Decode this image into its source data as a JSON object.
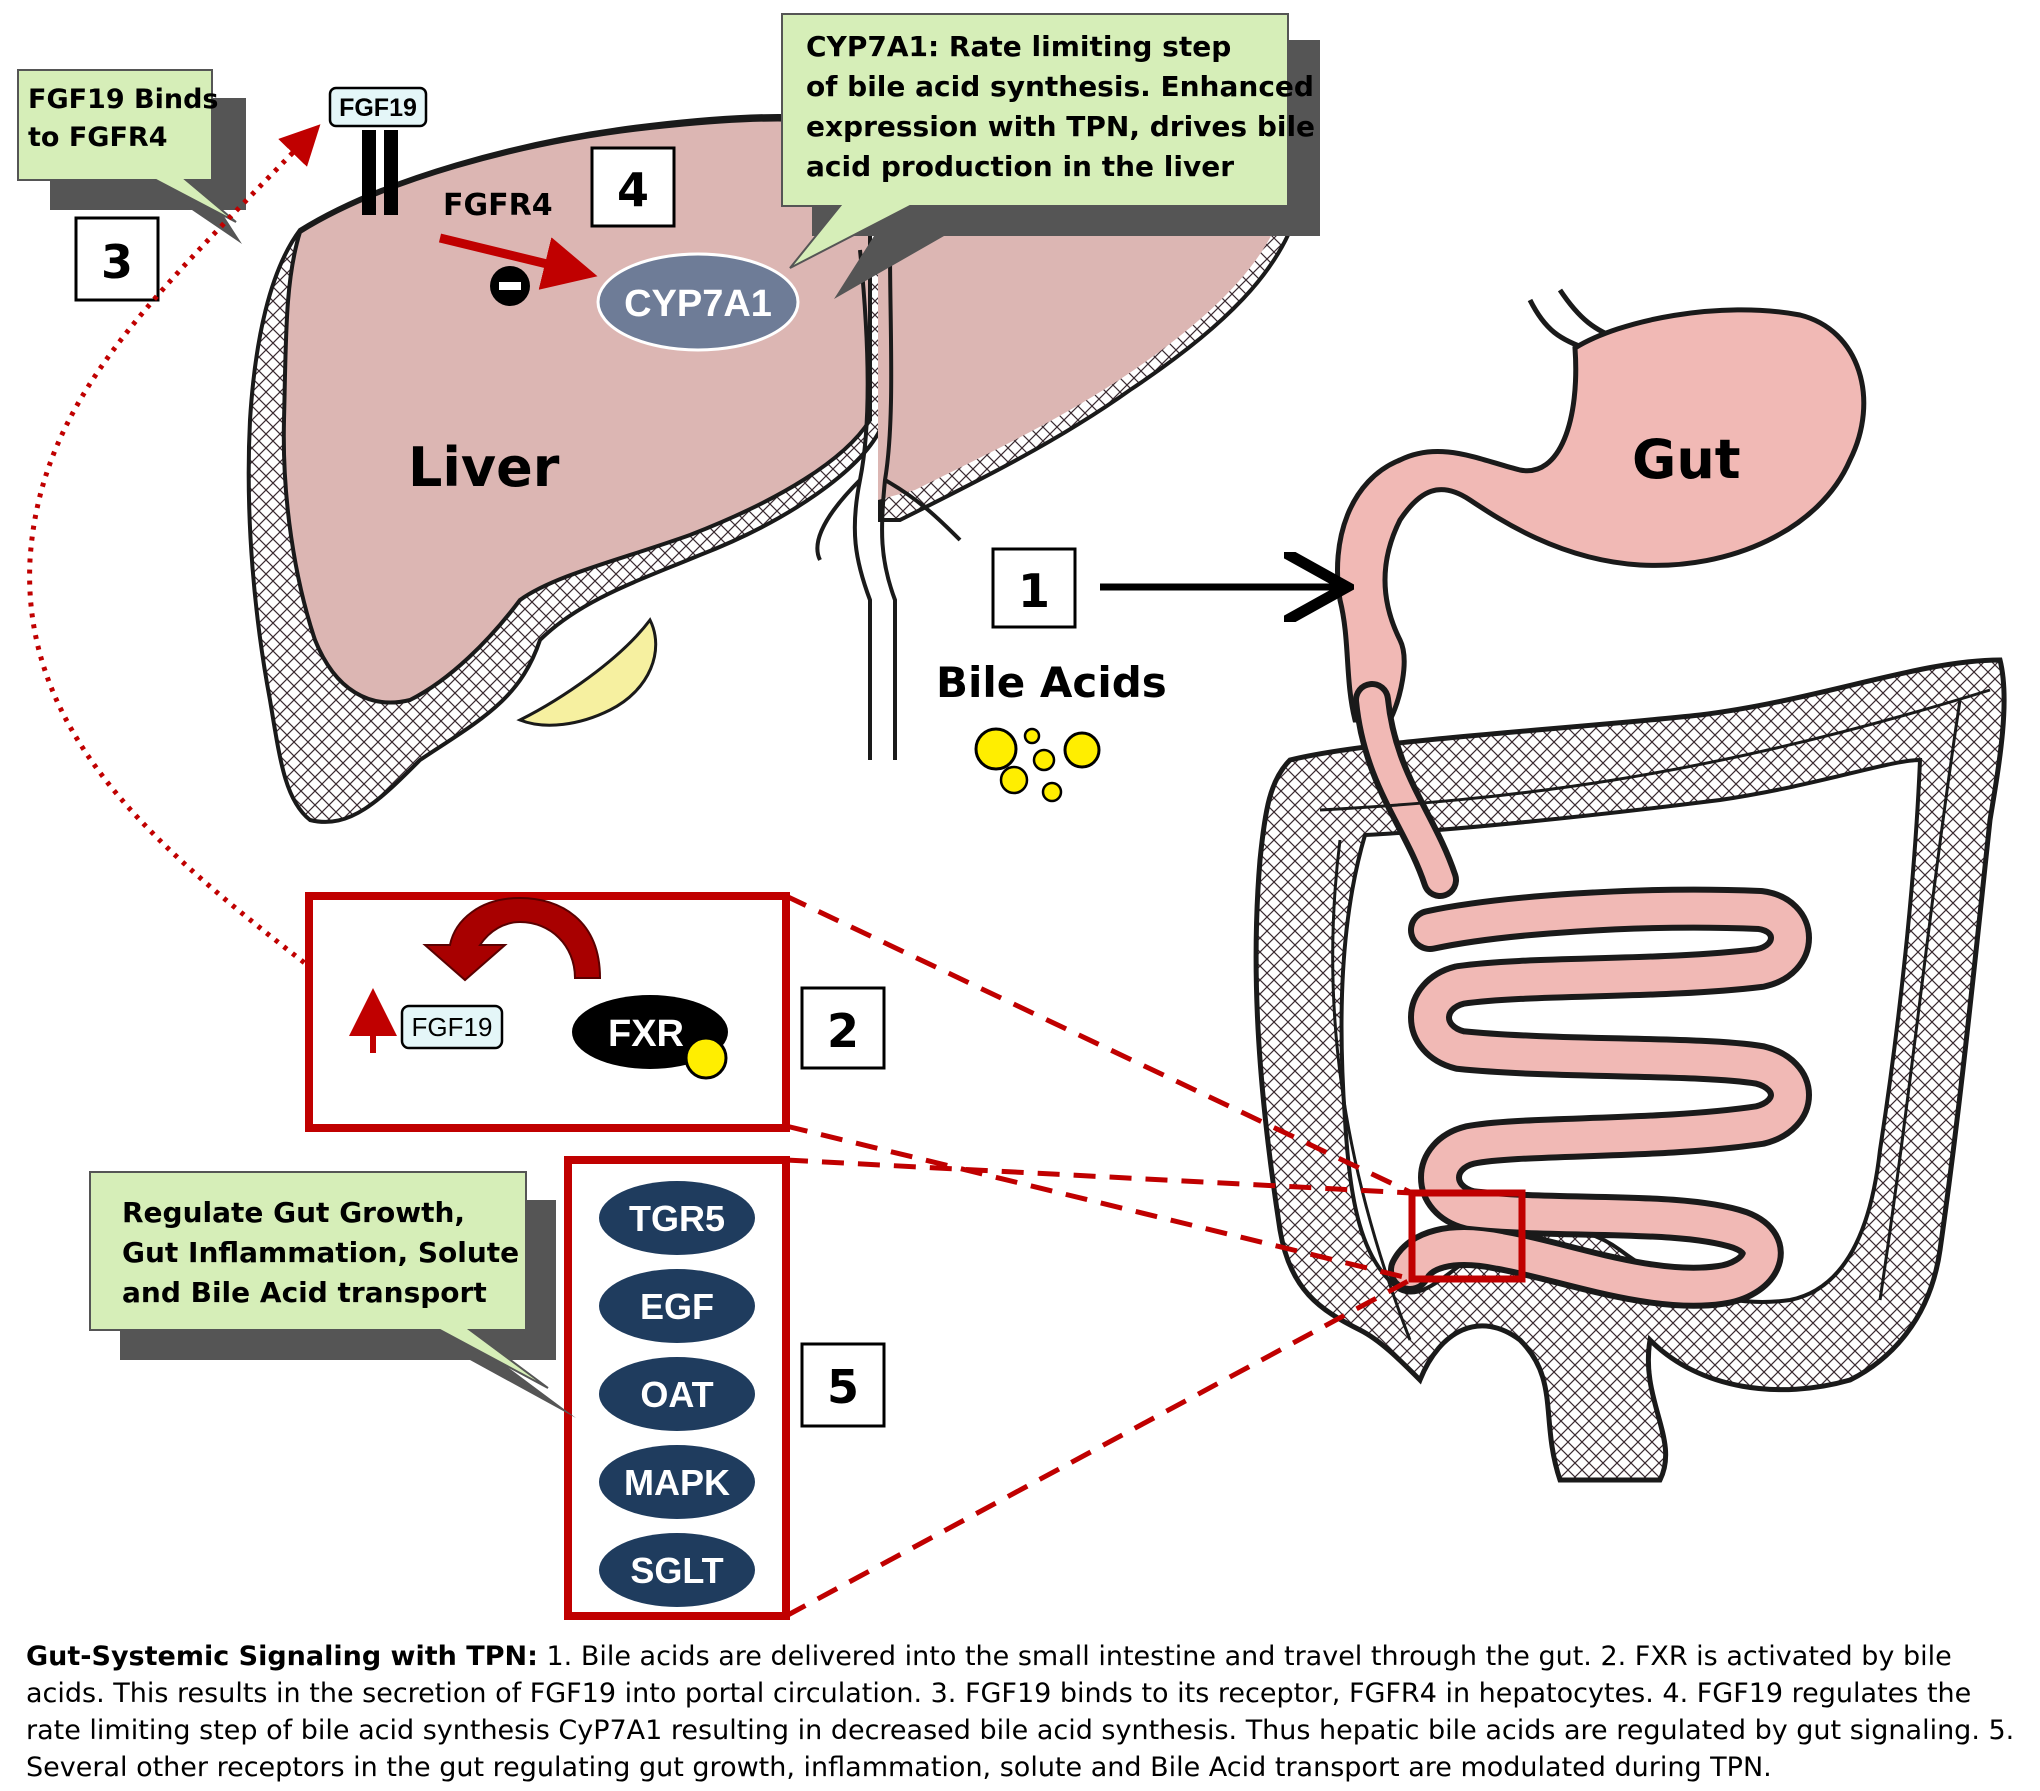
{
  "labels": {
    "liver": "Liver",
    "gut": "Gut",
    "bile_acids": "Bile Acids",
    "fgfr4": "FGFR4",
    "fgf19_top": "FGF19",
    "fgf19_box": "FGF19",
    "cyp7a1": "CYP7A1",
    "fxr": "FXR"
  },
  "steps": [
    "1",
    "2",
    "3",
    "4",
    "5"
  ],
  "callouts": {
    "fgf19_binds": [
      "FGF19 Binds",
      "to FGFR4"
    ],
    "cyp7a1": [
      "CYP7A1: Rate limiting step",
      "of bile acid synthesis. Enhanced",
      "expression with TPN, drives bile",
      "acid production in the liver"
    ],
    "regulate": [
      "Regulate Gut Growth,",
      "Gut Inflammation, Solute",
      "and Bile Acid transport"
    ]
  },
  "receptors": [
    "TGR5",
    "EGF",
    "OAT",
    "MAPK",
    "SGLT"
  ],
  "caption": {
    "title": "Gut-Systemic Signaling with TPN:",
    "text": " 1. Bile acids are delivered into the small intestine and travel through the gut. 2. FXR is activated by bile acids. This results in the secretion of FGF19 into portal circulation. 3. FGF19 binds to its receptor, FGFR4 in hepatocytes. 4. FGF19 regulates the rate limiting step of bile acid synthesis CyP7A1 resulting in decreased bile acid synthesis. Thus hepatic bile acids are regulated by gut signaling. 5. Several other receptors in the gut regulating gut growth, inflammation, solute and Bile Acid transport are modulated during TPN."
  },
  "colors": {
    "liver_fill": "#dcb6b3",
    "gut_fill": "#f1b9b5",
    "gallbladder": "#f6f0a0",
    "callout_fill": "#d6eeb8",
    "accent_red": "#c00000",
    "receptor_fill": "#1f3c5e",
    "cyp7a1_fill": "#6e7c97",
    "bile_yellow": "#ffee00"
  }
}
